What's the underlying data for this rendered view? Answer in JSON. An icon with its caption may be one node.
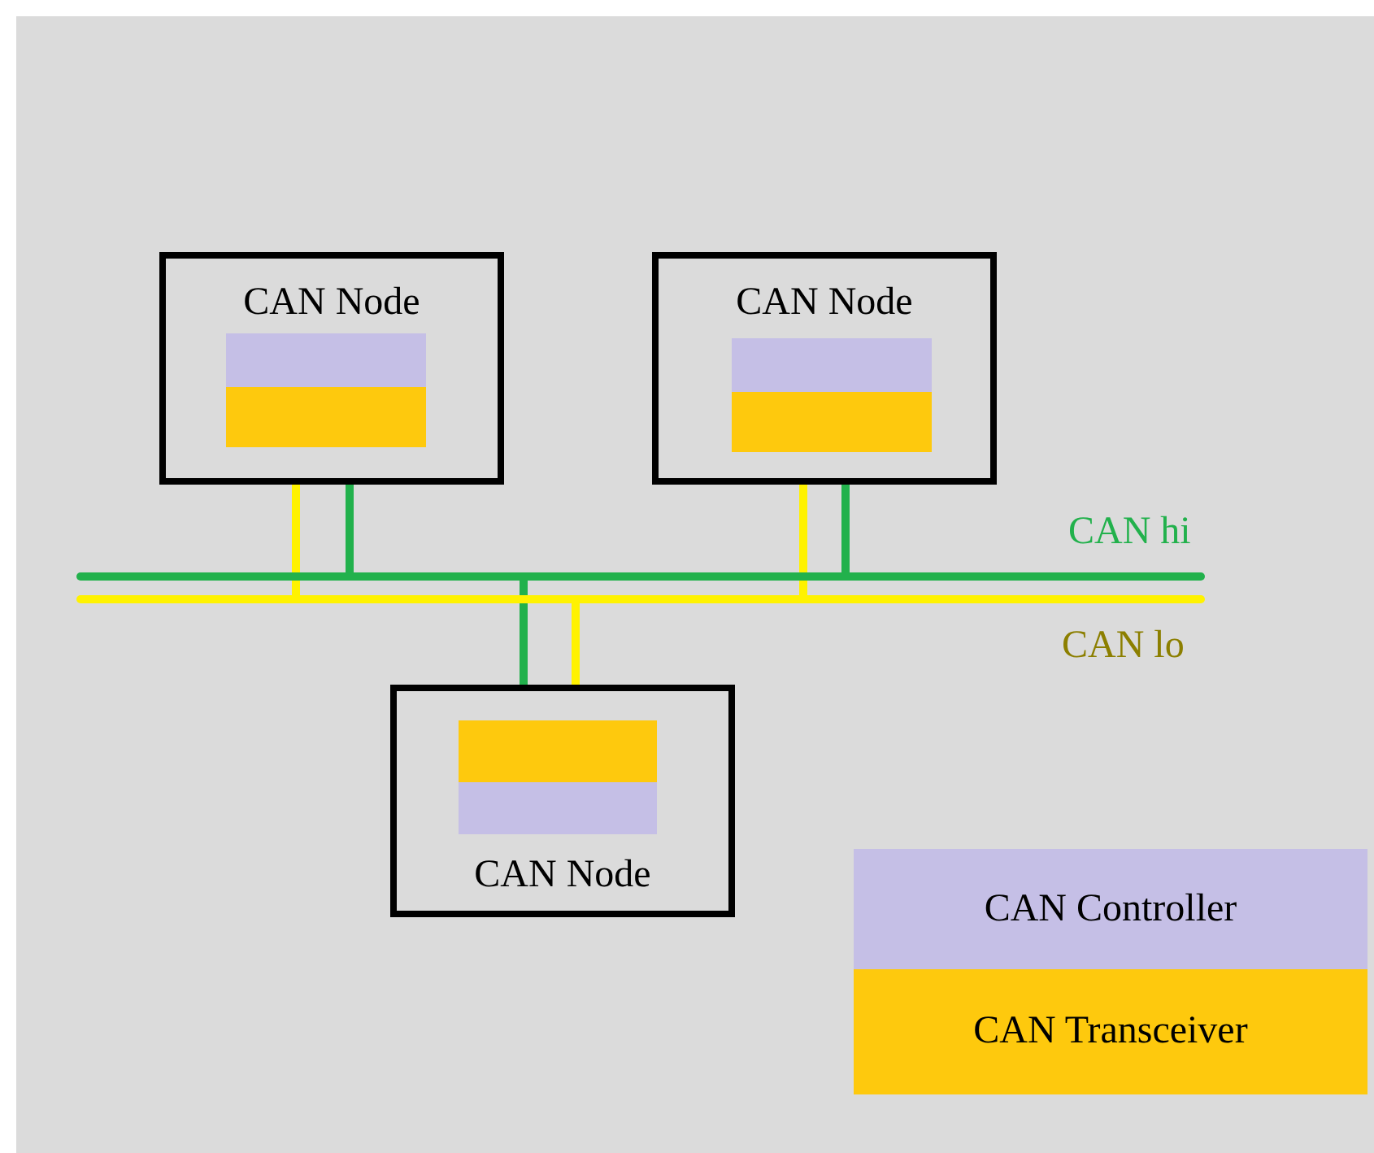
{
  "diagram": {
    "nodes": [
      {
        "text": [
          "CAN Node"
        ]
      },
      {
        "text": [],
        "shape": "box",
        "in": 0
      },
      {
        "text": [],
        "shape": "box",
        "in": 0
      },
      {
        "text": [
          "CAN Node"
        ]
      },
      {
        "text": [],
        "shape": "box",
        "in": 3
      },
      {
        "text": [],
        "shape": "box",
        "in": 3
      },
      {
        "text": [
          "CAN Node"
        ]
      },
      {
        "text": [],
        "shape": "box",
        "in": 6
      },
      {
        "text": [],
        "shape": "box",
        "in": 6
      },
      {
        "text": [],
        "shape": "bar",
        "beside": [
          "CAN hi"
        ]
      },
      {
        "text": [],
        "shape": "bar",
        "beside": [
          "CAN lo"
        ]
      }
    ],
    "edges": [
      {
        "from": 0,
        "to": 10,
        "arrow": "none",
        "color": "#fff200"
      },
      {
        "from": 0,
        "to": 9,
        "arrow": "none",
        "color": "#22b14c"
      },
      {
        "from": 3,
        "to": 10,
        "arrow": "none",
        "color": "#fff200"
      },
      {
        "from": 3,
        "to": 9,
        "arrow": "none",
        "color": "#22b14c"
      },
      {
        "from": 9,
        "to": 6,
        "arrow": "none",
        "color": "#22b14c"
      },
      {
        "from": 10,
        "to": 6,
        "arrow": "none",
        "color": "#fff200"
      }
    ],
    "legend": [
      {
        "text": "CAN Controller",
        "color": "#c5bfe6"
      },
      {
        "text": "CAN Transceiver",
        "color": "#fec90d"
      }
    ]
  }
}
